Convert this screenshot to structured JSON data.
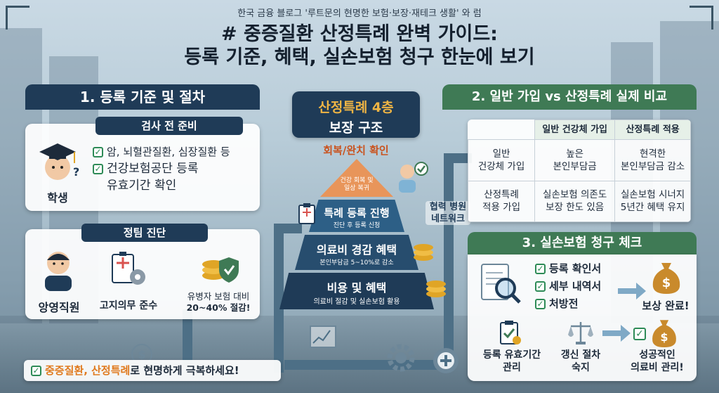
{
  "header": {
    "blog_line": "한국 금융 블로그 '루트문의 현명한 보험·보장·재테크 생활' 와 럼",
    "title_line1": "# 중증질환 산정특례 완벽 가이드:",
    "title_line2": "등록 기준, 혜택, 실손보험 청구 한눈에 보기"
  },
  "section1": {
    "heading": "1. 등록 기준 및 절차",
    "prep": {
      "pill": "검사 전 준비",
      "role": "학생",
      "checks": [
        "암, 뇌혈관질환, 심장질환 등",
        "건강보험공단 등록",
        "유효기간 확인"
      ]
    },
    "diagnosis": {
      "pill": "정팀 진단",
      "role": "앙영직원",
      "item1": "고지의무 준수",
      "item2_line1": "유병자 보험 대비",
      "item2_line2": "20~40% 절감!"
    }
  },
  "pyramid": {
    "title_line1": "산정특례 4층",
    "title_line2": "보장 구조",
    "layers": [
      {
        "label": "회복/완치 확인",
        "sub1": "건강 회복 및",
        "sub2": "일상 복귀"
      },
      {
        "label": "특례 등록 진행",
        "sub": "진단 후 등록 신청"
      },
      {
        "label": "의료비 경감 혜택",
        "sub": "본인부담금 5~10%로 감소"
      },
      {
        "label": "비용 및 혜택",
        "sub": "의료비 절감 및 실손보험 활용"
      }
    ],
    "network_line1": "협력 병원",
    "network_line2": "네트워크"
  },
  "section2": {
    "heading": "2. 일반 가입 vs 산정특례 실제 비교",
    "col_headers": [
      "일반 건강체 가입",
      "산정특례 적용"
    ],
    "rows": [
      {
        "head_l1": "일반",
        "head_l2": "건강체 가입",
        "c1_l1": "높은",
        "c1_l2": "본인부담금",
        "c2_l1": "현격한",
        "c2_l2": "본인부담금 감소"
      },
      {
        "head_l1": "산정특례",
        "head_l2": "적용 가입",
        "c1_l1": "실손보험 의존도",
        "c1_l2": "보장 한도 있음",
        "c2_l1": "실손보험 시너지",
        "c2_l2": "5년간 혜택 유지"
      }
    ]
  },
  "section3": {
    "heading": "3. 실손보험 청구 체크",
    "checks": [
      "등록 확인서",
      "세부 내역서",
      "처방전"
    ],
    "result": "보상 완료!",
    "bottom_items": [
      {
        "l1": "등록 유효기간",
        "l2": "관리"
      },
      {
        "l1": "갱신 절차",
        "l2": "숙지"
      },
      {
        "l1": "성공적인",
        "l2": "의료비 관리!"
      }
    ]
  },
  "footer": {
    "highlight": "중증질환, 산정특례",
    "rest": "로 현명하게 극복하세요!"
  },
  "colors": {
    "navy": "#1f3b57",
    "green": "#3f7a55",
    "gold": "#e0a526",
    "pyramid_top": "#e07a3a",
    "pyramid_2": "#2d5f86",
    "pyramid_3": "#274d6e",
    "pyramid_4": "#1f3b57"
  },
  "icons": [
    "graduation-cap-icon",
    "question-mark-icon",
    "checklist-icon",
    "gear-icon",
    "coins-icon",
    "shield-check-icon",
    "magnifier-document-icon",
    "money-bag-icon",
    "scales-icon",
    "clipboard-icon",
    "dollar-sign-icon",
    "plus-gear-icon",
    "chart-icon"
  ]
}
